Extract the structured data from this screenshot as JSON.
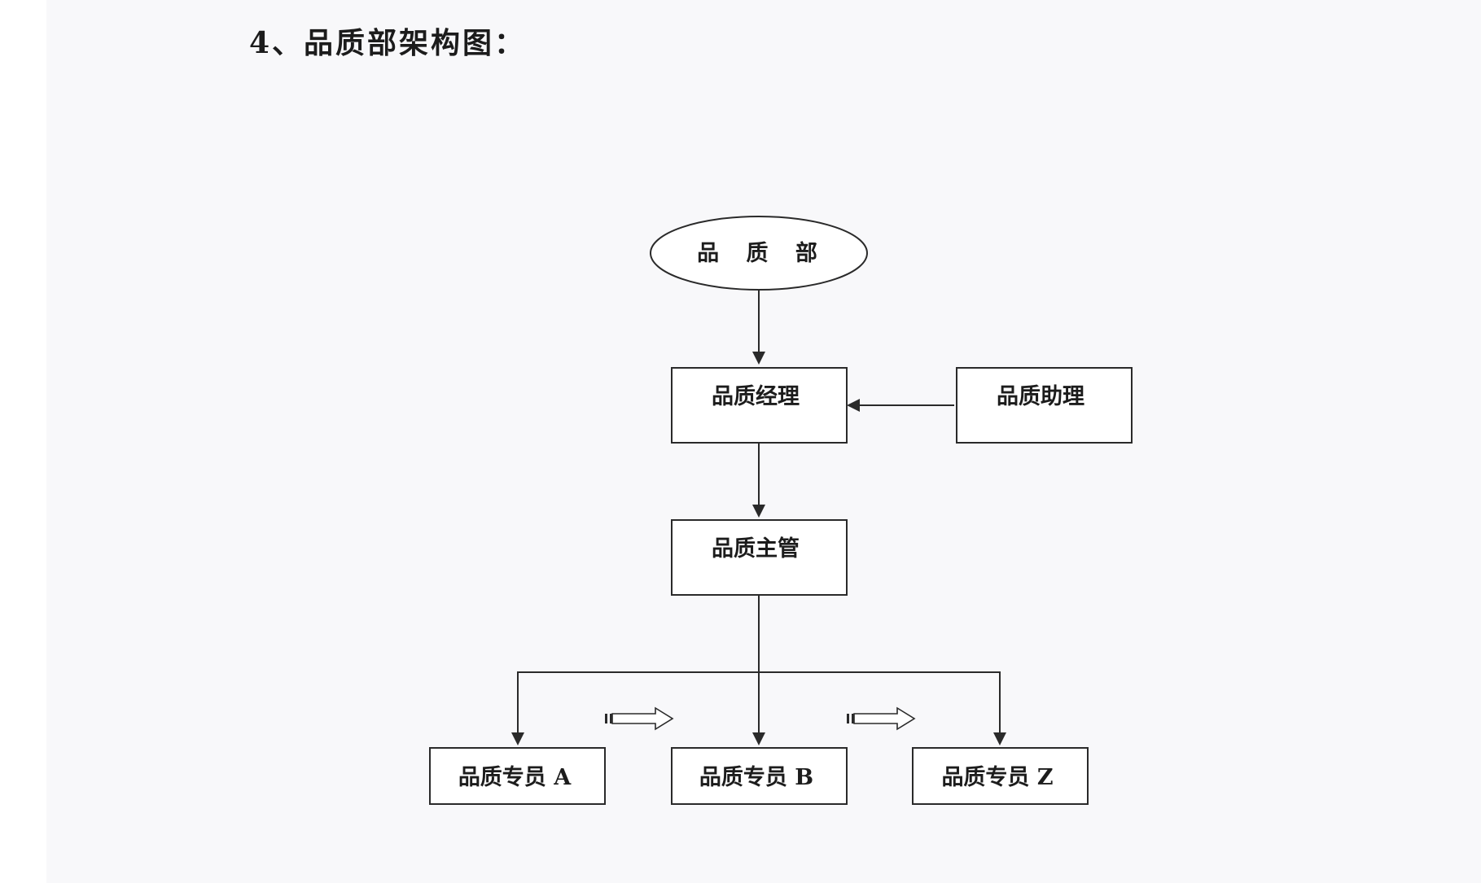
{
  "heading": "4、品质部架构图：",
  "nodes": {
    "department": "品  质  部",
    "manager": "品质经理",
    "assistant": "品质助理",
    "supervisor": "品质主管",
    "specialist_a": "品质专员 A",
    "specialist_b": "品质专员 B",
    "specialist_z": "品质专员 Z"
  }
}
